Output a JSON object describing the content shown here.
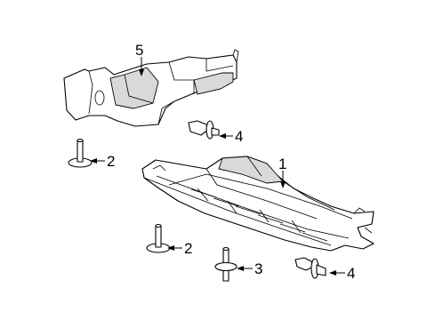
{
  "callouts": {
    "c1": "1",
    "c2a": "2",
    "c2b": "2",
    "c3": "3",
    "c4a": "4",
    "c4b": "4",
    "c5": "5"
  }
}
